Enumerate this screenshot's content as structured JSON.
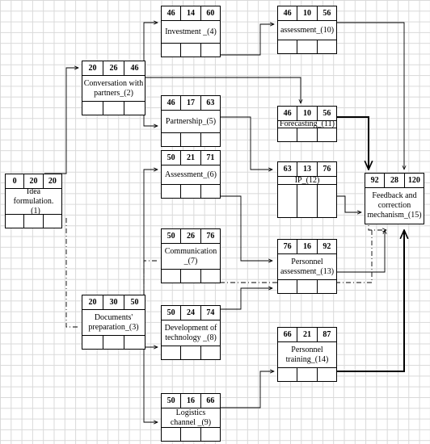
{
  "nodes": [
    {
      "id": 1,
      "es": "0",
      "d": "20",
      "ef": "20",
      "label": "Idea formulation. _(1)"
    },
    {
      "id": 2,
      "es": "20",
      "d": "26",
      "ef": "46",
      "label": "Conversation with partners_(2)"
    },
    {
      "id": 3,
      "es": "20",
      "d": "30",
      "ef": "50",
      "label": "Documents' preparation_(3)"
    },
    {
      "id": 4,
      "es": "46",
      "d": "14",
      "ef": "60",
      "label": "Investment _(4)"
    },
    {
      "id": 5,
      "es": "46",
      "d": "17",
      "ef": "63",
      "label": "Partnership_(5)"
    },
    {
      "id": 6,
      "es": "50",
      "d": "21",
      "ef": "71",
      "label": "Assessment_(6)"
    },
    {
      "id": 7,
      "es": "50",
      "d": "26",
      "ef": "76",
      "label": "Communication _(7)"
    },
    {
      "id": 8,
      "es": "50",
      "d": "24",
      "ef": "74",
      "label": "Development of technology _(8)"
    },
    {
      "id": 9,
      "es": "50",
      "d": "16",
      "ef": "66",
      "label": "Logistics channel _(9)"
    },
    {
      "id": 10,
      "es": "46",
      "d": "10",
      "ef": "56",
      "label": "assessment_(10)"
    },
    {
      "id": 11,
      "es": "46",
      "d": "10",
      "ef": "56",
      "label": "Forecasting_(11)"
    },
    {
      "id": 12,
      "es": "63",
      "d": "13",
      "ef": "76",
      "label": "IP_(12)"
    },
    {
      "id": 13,
      "es": "76",
      "d": "16",
      "ef": "92",
      "label": "Personnel assessment_(13)"
    },
    {
      "id": 14,
      "es": "66",
      "d": "21",
      "ef": "87",
      "label": "Personnel training_(14)"
    },
    {
      "id": 15,
      "es": "92",
      "d": "28",
      "ef": "120",
      "label": "Feedback and correction mechanism_(15)"
    }
  ]
}
